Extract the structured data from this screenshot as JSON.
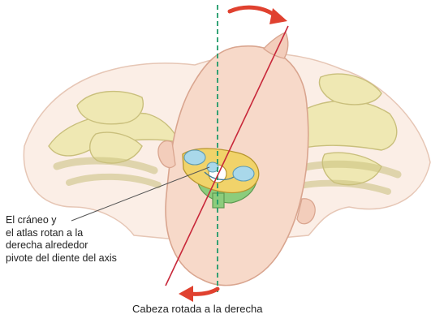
{
  "annotation": {
    "lines": [
      "El cráneo y",
      "el atlas rotan a la",
      "derecha alrededor",
      "pivote del diente del axis"
    ]
  },
  "caption": "Cabeza rotada a la derecha",
  "colors": {
    "head": "#f7d9c9",
    "head_outline": "#d9a58f",
    "bone": "#efe8b3",
    "bone_outline": "#c9bf7c",
    "rotation_axis_line": "#c8283a",
    "reference_line": "#1f9a6a",
    "arrow": "#e0412f",
    "atlas": "#f1d36a",
    "axis_bone": "#8ccc7c",
    "dens": "#a9d8ea"
  }
}
